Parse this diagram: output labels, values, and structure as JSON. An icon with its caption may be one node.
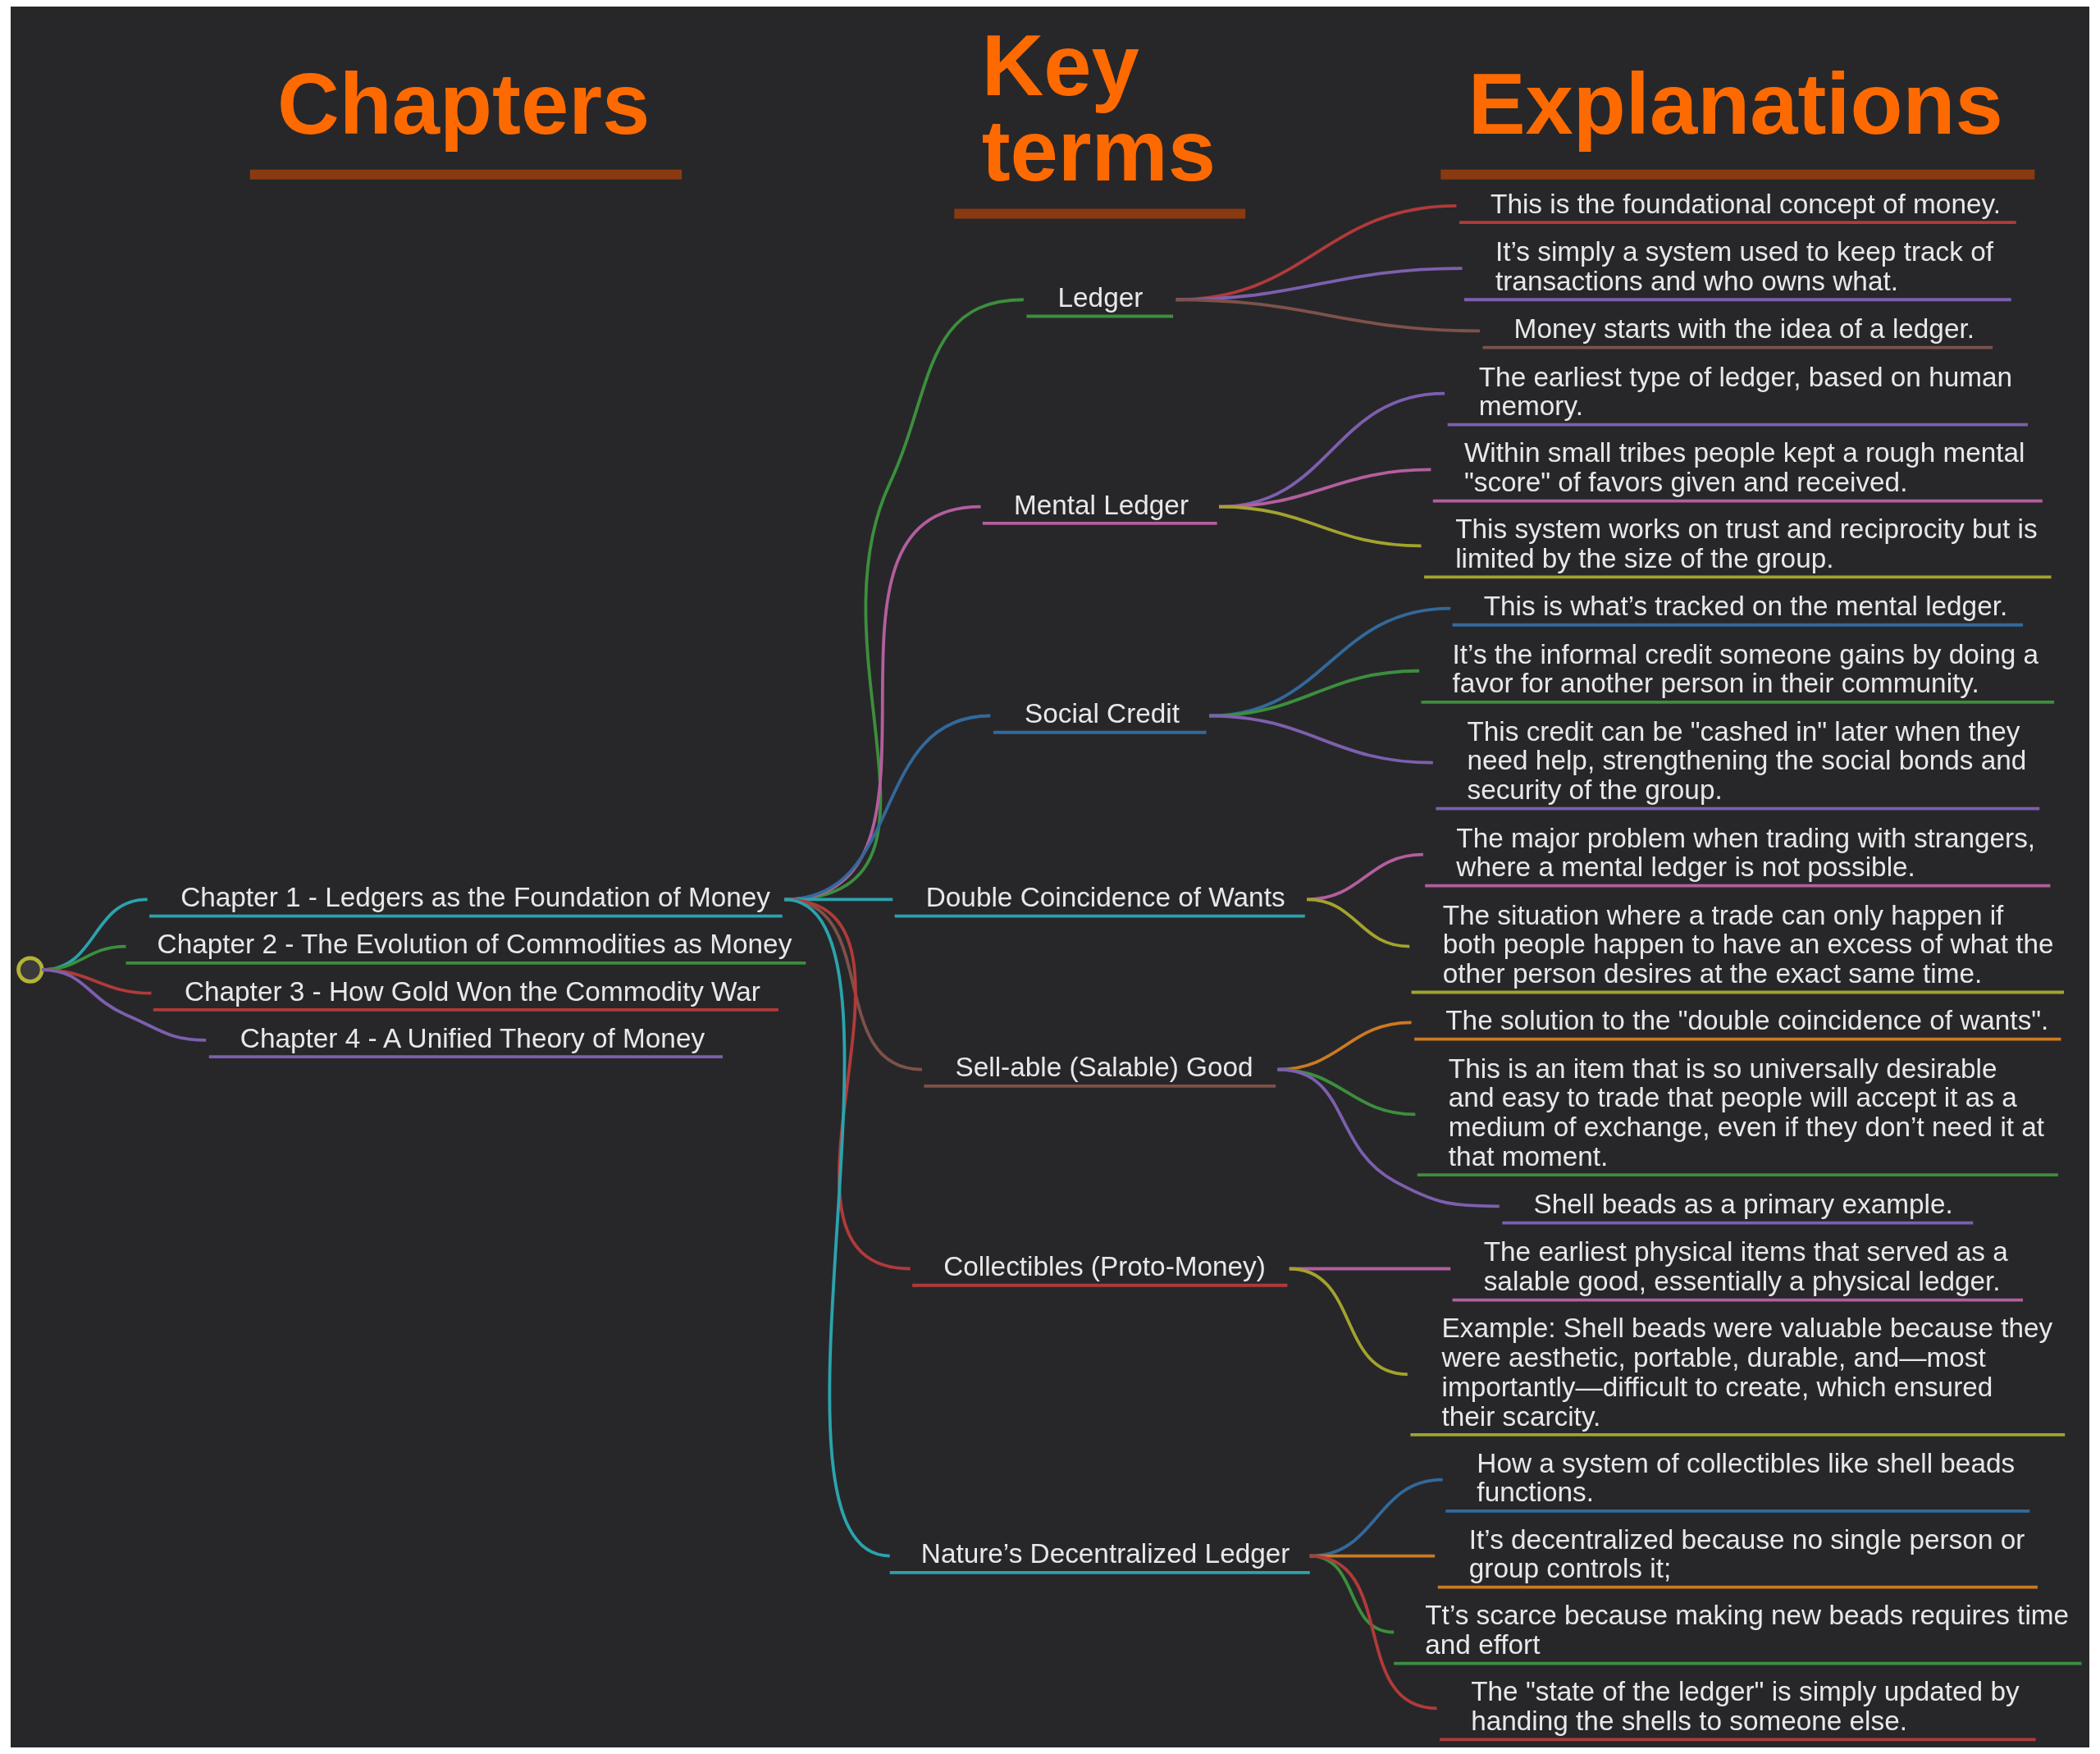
{
  "diagram": {
    "nodes": [
      {
        "text": [],
        "shape": "circle"
      },
      {
        "text": [
          "Chapter 1 - Ledgers as the Foundation of Money"
        ]
      },
      {
        "text": [
          "Ledger"
        ]
      },
      {
        "text": [
          "This is the foundational concept of money."
        ]
      },
      {
        "text": [
          "It’s simply a system used to keep track of transactions and who owns what."
        ]
      },
      {
        "text": [
          "Money starts with the idea of a ledger."
        ]
      },
      {
        "text": [
          "Mental Ledger"
        ]
      },
      {
        "text": [
          "The earliest type of ledger, based on human memory."
        ]
      },
      {
        "text": [
          "Within small tribes people kept a rough mental \"score\" of favors given and received."
        ]
      },
      {
        "text": [
          "This system works on trust and reciprocity but is limited by the size of the group."
        ]
      },
      {
        "text": [
          "Social Credit"
        ]
      },
      {
        "text": [
          "This is what’s tracked on the mental ledger."
        ]
      },
      {
        "text": [
          "It’s the informal credit someone gains by doing a favor for another person in their community."
        ]
      },
      {
        "text": [
          "This credit can be \"cashed in\" later when they need help, strengthening the social bonds and security of the group."
        ]
      },
      {
        "text": [
          "Double Coincidence of Wants"
        ]
      },
      {
        "text": [
          "The major problem when trading with strangers, where a mental ledger is not possible."
        ]
      },
      {
        "text": [
          "The situation where a trade can only happen if both people happen to have an excess of what the other person desires at the exact same time."
        ]
      },
      {
        "text": [
          "Sell-able (Salable) Good"
        ]
      },
      {
        "text": [
          "The solution to the \"double coincidence of wants\"."
        ]
      },
      {
        "text": [
          "This is an item that is so universally desirable and easy to trade that people will accept it as a medium of exchange, even if they don’t need it at that moment."
        ]
      },
      {
        "text": [
          "Shell beads as a primary example."
        ]
      },
      {
        "text": [
          "Collectibles (Proto-Money)"
        ]
      },
      {
        "text": [
          "The earliest physical items that served as a salable good, essentially a physical ledger."
        ]
      },
      {
        "text": [
          "Example: Shell beads were valuable because they were aesthetic, portable, durable, and—most importantly—difficult to create, which ensured their scarcity."
        ]
      },
      {
        "text": [
          "Nature’s Decentralized Ledger"
        ]
      },
      {
        "text": [
          "How a system of collectibles like shell beads functions."
        ]
      },
      {
        "text": [
          "It’s decentralized because no single person or group controls it;"
        ]
      },
      {
        "text": [
          "Tt’s scarce because making new beads requires time and effort"
        ]
      },
      {
        "text": [
          "The \"state of the ledger\" is simply updated by handing the shells to someone else."
        ]
      },
      {
        "text": [
          "Chapter 2 - The Evolution of Commodities as Money"
        ]
      },
      {
        "text": [
          "Chapter 3 - How Gold Won the Commodity War"
        ]
      },
      {
        "text": [
          "Chapter 4 - A Unified Theory of Money"
        ]
      }
    ],
    "edges": [
      {
        "from": 0,
        "to": 1,
        "arrow": "none",
        "color": "#2ba3ad"
      },
      {
        "from": 0,
        "to": 29,
        "arrow": "none",
        "color": "#3c8f3c"
      },
      {
        "from": 0,
        "to": 30,
        "arrow": "none",
        "color": "#b23a3a"
      },
      {
        "from": 0,
        "to": 31,
        "arrow": "none",
        "color": "#7d5fae"
      },
      {
        "from": 1,
        "to": 2,
        "arrow": "none",
        "color": "#3c8f3c"
      },
      {
        "from": 1,
        "to": 6,
        "arrow": "none",
        "color": "#b45e9e"
      },
      {
        "from": 1,
        "to": 10,
        "arrow": "none",
        "color": "#33699b"
      },
      {
        "from": 1,
        "to": 14,
        "arrow": "none",
        "color": "#2ba3ad"
      },
      {
        "from": 1,
        "to": 17,
        "arrow": "none",
        "color": "#7e5249"
      },
      {
        "from": 1,
        "to": 21,
        "arrow": "none",
        "color": "#b23a3a"
      },
      {
        "from": 1,
        "to": 24,
        "arrow": "none",
        "color": "#2ba3ad"
      },
      {
        "from": 2,
        "to": 3,
        "arrow": "none",
        "color": "#b23a3a"
      },
      {
        "from": 2,
        "to": 4,
        "arrow": "none",
        "color": "#7d5fae"
      },
      {
        "from": 2,
        "to": 5,
        "arrow": "none",
        "color": "#7e5249"
      },
      {
        "from": 6,
        "to": 7,
        "arrow": "none",
        "color": "#7d5fae"
      },
      {
        "from": 6,
        "to": 8,
        "arrow": "none",
        "color": "#b45e9e"
      },
      {
        "from": 6,
        "to": 9,
        "arrow": "none",
        "color": "#a3a32e"
      },
      {
        "from": 10,
        "to": 11,
        "arrow": "none",
        "color": "#33699b"
      },
      {
        "from": 10,
        "to": 12,
        "arrow": "none",
        "color": "#3c8f3c"
      },
      {
        "from": 10,
        "to": 13,
        "arrow": "none",
        "color": "#7d5fae"
      },
      {
        "from": 14,
        "to": 15,
        "arrow": "none",
        "color": "#b45e9e"
      },
      {
        "from": 14,
        "to": 16,
        "arrow": "none",
        "color": "#a3a32e"
      },
      {
        "from": 17,
        "to": 18,
        "arrow": "none",
        "color": "#cc7a22"
      },
      {
        "from": 17,
        "to": 19,
        "arrow": "none",
        "color": "#3c8f3c"
      },
      {
        "from": 17,
        "to": 20,
        "arrow": "none",
        "color": "#7d5fae"
      },
      {
        "from": 21,
        "to": 22,
        "arrow": "none",
        "color": "#b45e9e"
      },
      {
        "from": 21,
        "to": 23,
        "arrow": "none",
        "color": "#a3a32e"
      },
      {
        "from": 24,
        "to": 25,
        "arrow": "none",
        "color": "#33699b"
      },
      {
        "from": 24,
        "to": 26,
        "arrow": "none",
        "color": "#cc7a22"
      },
      {
        "from": 24,
        "to": 27,
        "arrow": "none",
        "color": "#3c8f3c"
      },
      {
        "from": 24,
        "to": 28,
        "arrow": "none",
        "color": "#b23a3a"
      }
    ],
    "labels": [
      "Chapters",
      "Key terms",
      "Explanations"
    ]
  }
}
